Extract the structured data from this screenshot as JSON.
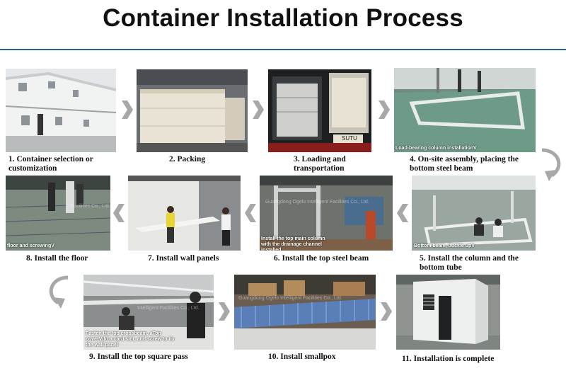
{
  "title": "Container Installation Process",
  "accent_color": "#2e5f8f",
  "arrow_color": "#a8a8a8",
  "steps": [
    {
      "caption": "1. Container selection or customization"
    },
    {
      "caption": "2. Packing"
    },
    {
      "caption": "3. Loading and transportation"
    },
    {
      "caption": "4. On-site assembly, placing the bottom steel beam",
      "overlay": "Load-bearing column installationV"
    },
    {
      "caption": "5. Install the column and the bottom tube",
      "overlay": "Bottom beam, buckle upV"
    },
    {
      "caption": "6. Install the top steel beam",
      "overlay": "Install the top main column with the drainage channel installed"
    },
    {
      "caption": "7. Install wall panels"
    },
    {
      "caption": "8. Install the floor",
      "overlay": "floor and screwingV"
    },
    {
      "caption": "9. Install the top square pass",
      "overlay": "Fasten the top crossbeam, aTop coverVdd a card slot, and screw to fix the wall panel"
    },
    {
      "caption": "10. Install smallpox"
    },
    {
      "caption": "11. Installation is complete"
    }
  ],
  "watermarks": {
    "wm1": "Guangdong Ogelo Intelligent Facilities Co., Ltd.",
    "wm2": "Ogelo Intelligent Facilities Co., Ltd.",
    "wm3": "Guangdong Ogelo Intelligent Facilities Co., Ltd.",
    "wm4": "Intelligent Facilities Co., Ltd.",
    "wm5": "Ogelo Intelligent Facilities Co., Ltd.",
    "wm6": "Facilities Co., Ltd."
  },
  "icons": [
    "chevron-right-icon",
    "chevron-left-icon",
    "curved-arrow-icon"
  ]
}
